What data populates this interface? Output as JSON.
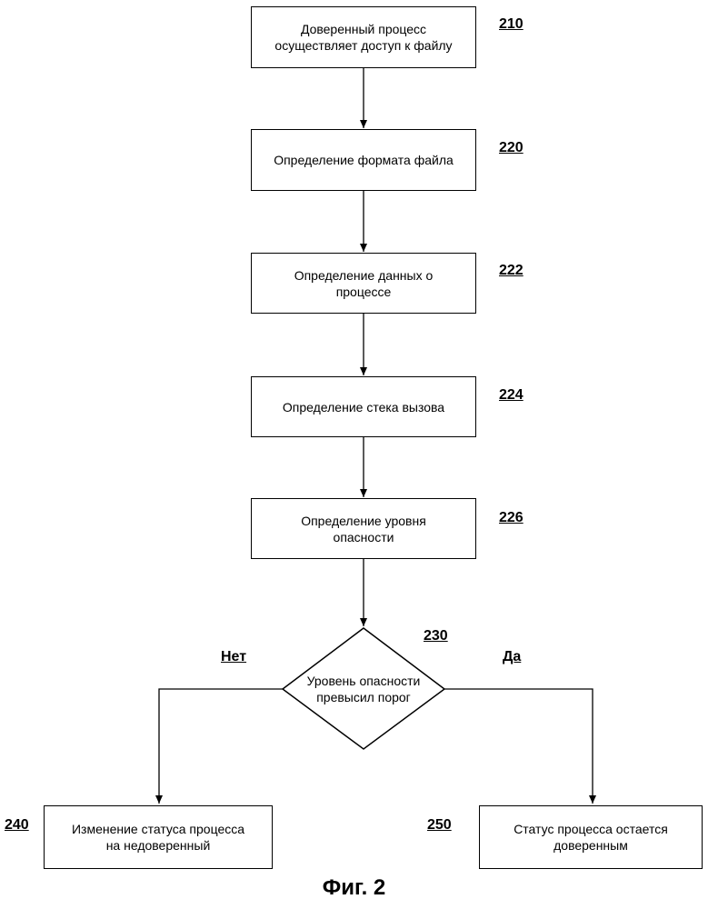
{
  "steps": {
    "s210": {
      "text": "Доверенный процесс\nосуществляет доступ к файлу",
      "ref": "210"
    },
    "s220": {
      "text": "Определение формата файла",
      "ref": "220"
    },
    "s222": {
      "text": "Определение данных о\nпроцессе",
      "ref": "222"
    },
    "s224": {
      "text": "Определение стека вызова",
      "ref": "224"
    },
    "s226": {
      "text": "Определение уровня\nопасности",
      "ref": "226"
    },
    "s240": {
      "text": "Изменение статуса процесса\nна недоверенный",
      "ref": "240"
    },
    "s250": {
      "text": "Статус процесса остается\nдоверенным",
      "ref": "250"
    }
  },
  "decision": {
    "text": "Уровень опасности\nпревысил порог",
    "ref": "230",
    "no_label": "Нет",
    "yes_label": "Да"
  },
  "figure_caption": "Фиг. 2"
}
